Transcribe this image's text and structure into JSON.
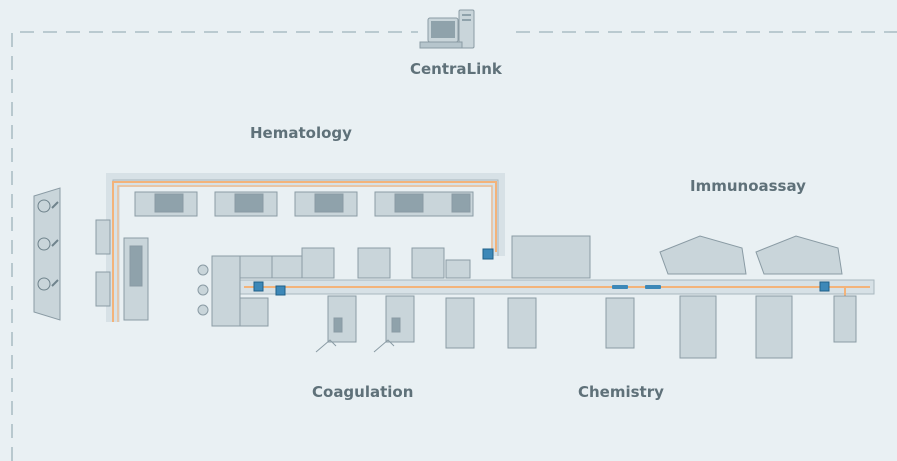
{
  "labels": {
    "centralink": "CentraLink",
    "hematology": "Hematology",
    "immunoassay": "Immunoassay",
    "coagulation": "Coagulation",
    "chemistry": "Chemistry"
  },
  "colors": {
    "background": "#e9f0f3",
    "dashed_border": "#9fb2ba",
    "device_fill": "#c9d5da",
    "device_dark": "#8fa2ab",
    "device_stroke": "#8a9ba4",
    "track_line": "#f3b37a",
    "track_fill": "#d7e1e6",
    "node_fill": "#3d88b8",
    "label_text": "#5f7179"
  },
  "icons": {
    "server": "workstation-icon",
    "loaders": "sample-loader-icon",
    "nodes": "track-junction-icon",
    "tubes": "sample-tube-icon"
  }
}
